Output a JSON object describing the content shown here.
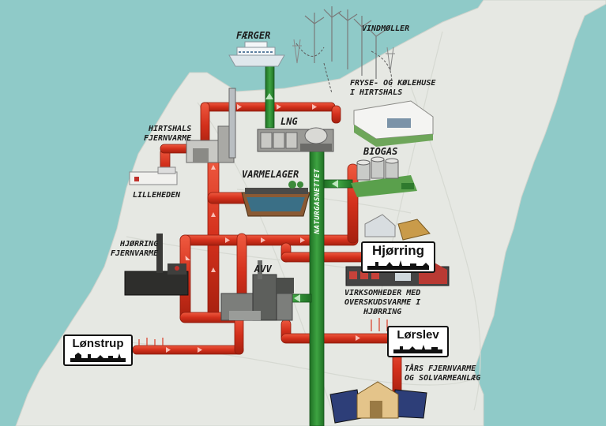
{
  "labels": {
    "faerger": "FÆRGER",
    "vindmoller": "VINDMØLLER",
    "fryse": "FRYSE- OG KØLEHUSE\nI HIRTSHALS",
    "lng": "LNG",
    "hirtshals": "HIRTSHALS\nFJERNVARME",
    "biogas": "BIOGAS",
    "varmelager": "VARMELAGER",
    "lilleheden": "LILLEHEDEN",
    "naturgas": "NATURGASNETTET",
    "hjorring_fjv": "HJØRRING\nFJERNVARME",
    "avv": "AVV",
    "virksomheder": "VIRKSOMHEDER MED\nOVERSKUDSVARME I\nHJØRRING",
    "tars": "TÅRS FJERNVARME\nOG SOLVARMEANLÆG"
  },
  "signs": {
    "lonstrup": "Lønstrup",
    "lorslev": "Lørslev",
    "hjorring": "Hjørring"
  },
  "colors": {
    "sea": "#8fcac8",
    "land": "#e6e8e3",
    "heat_pipe": "#d83a24",
    "gas_pipe": "#2b8a2f",
    "ground": "#b8b59a"
  }
}
